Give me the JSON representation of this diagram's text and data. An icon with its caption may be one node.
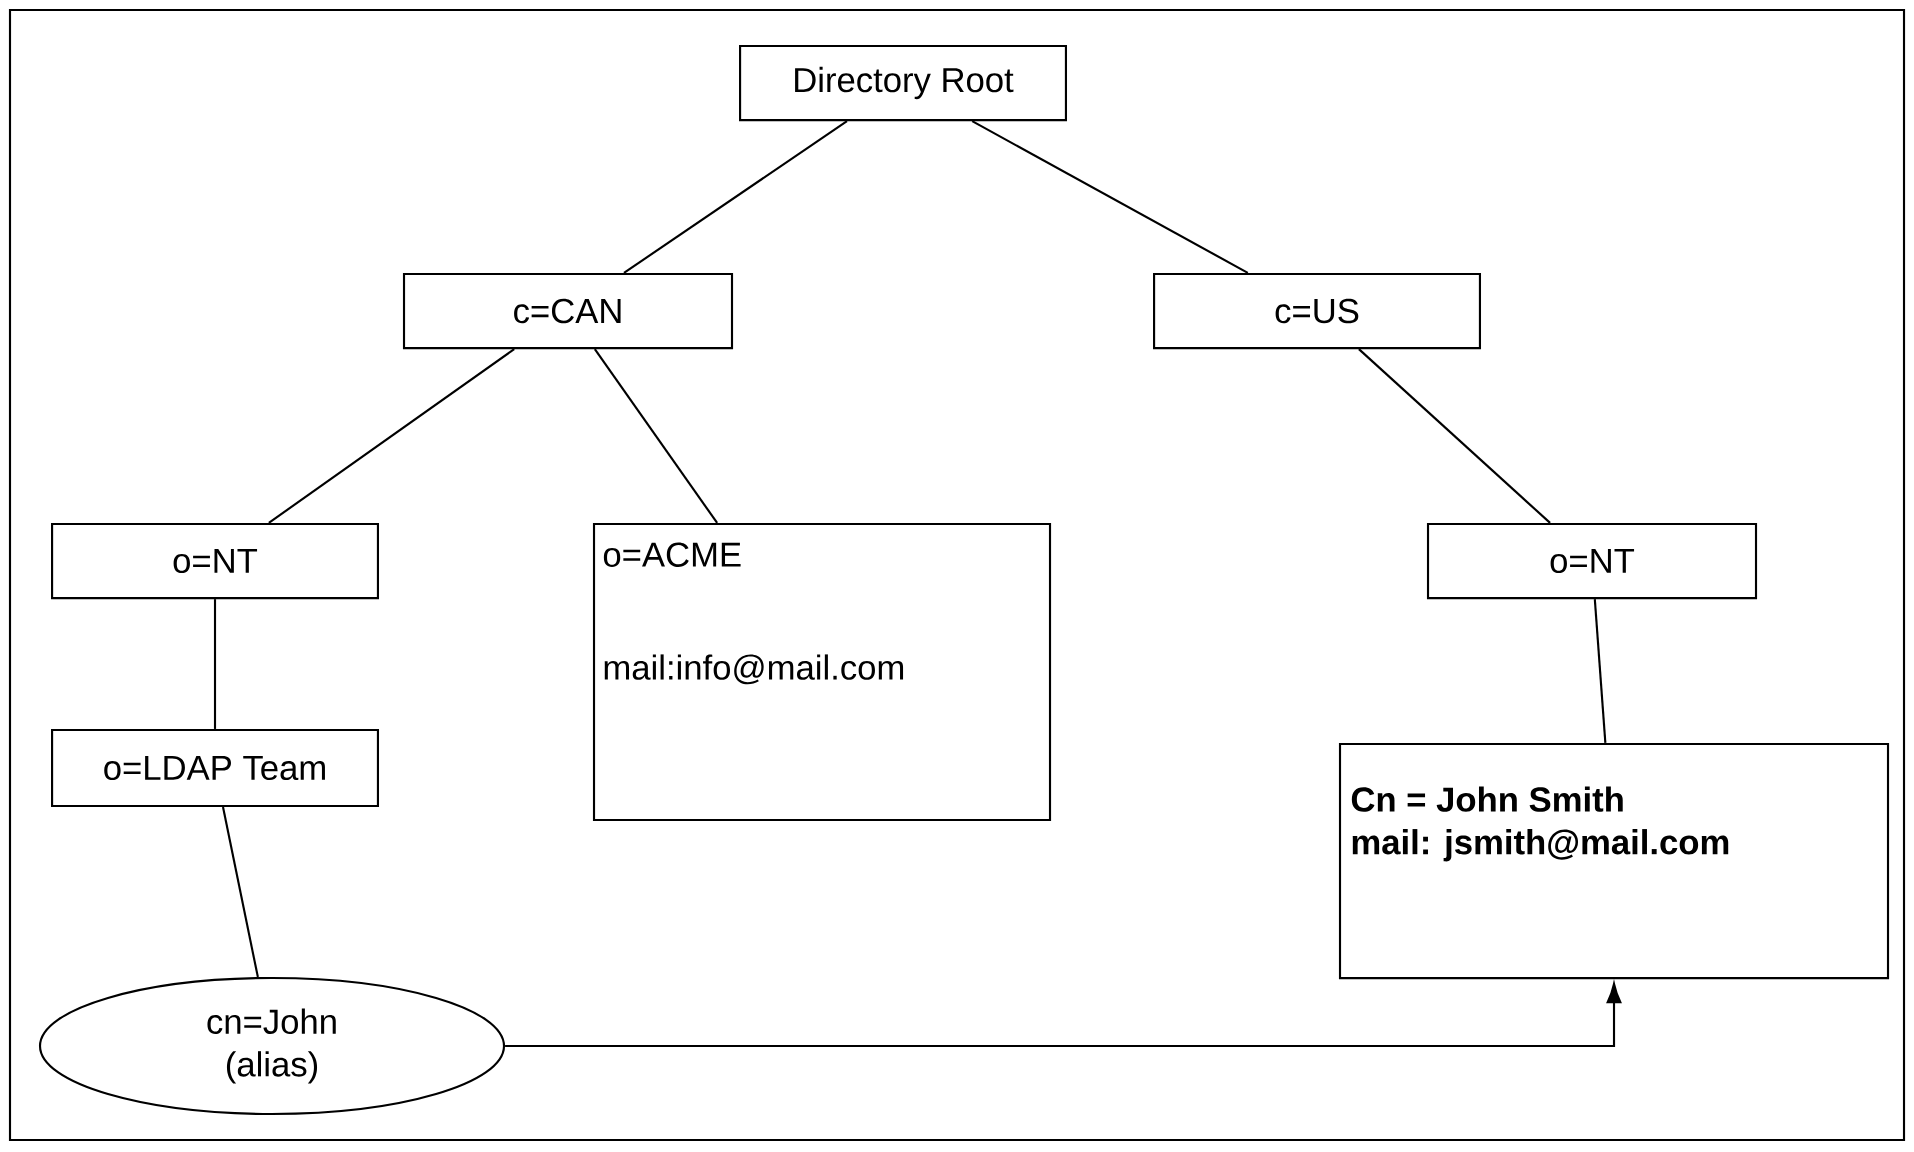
{
  "diagram": {
    "nodes": [
      {
        "text": [
          "Directory Root"
        ]
      },
      {
        "text": [
          "c=CAN"
        ]
      },
      {
        "text": [
          "c=US"
        ]
      },
      {
        "text": [
          "o=NT"
        ]
      },
      {
        "text": [
          "o=ACME",
          "mail:info@mail.com"
        ]
      },
      {
        "text": [
          "o=NT"
        ]
      },
      {
        "text": [
          "o=LDAP Team"
        ]
      },
      {
        "text": [
          "Cn = John Smith",
          "mail: jsmith@mail.com"
        ]
      },
      {
        "text": [
          "cn=John (alias)"
        ]
      }
    ],
    "edges": [
      {
        "from": 0,
        "to": 1,
        "arrow": "none"
      },
      {
        "from": 0,
        "to": 2,
        "arrow": "none"
      },
      {
        "from": 1,
        "to": 3,
        "arrow": "none"
      },
      {
        "from": 1,
        "to": 4,
        "arrow": "none"
      },
      {
        "from": 2,
        "to": 5,
        "arrow": "none"
      },
      {
        "from": 3,
        "to": 6,
        "arrow": "none"
      },
      {
        "from": 5,
        "to": 7,
        "arrow": "none"
      },
      {
        "from": 6,
        "to": 8,
        "arrow": "none"
      },
      {
        "from": 8,
        "to": 7,
        "arrow": "to"
      }
    ]
  }
}
